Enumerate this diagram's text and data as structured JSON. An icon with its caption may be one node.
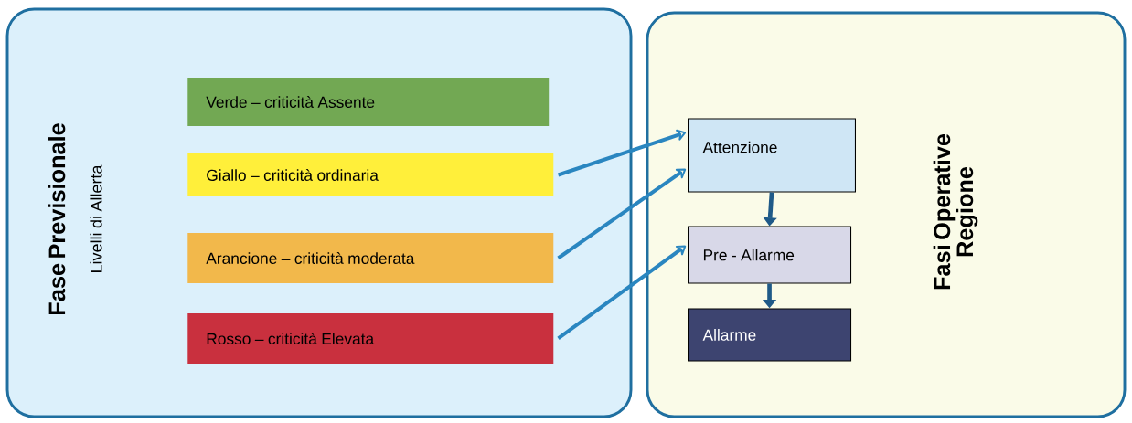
{
  "diagram": {
    "nodes": [
      {
        "text": [
          "Fase Previsionale",
          "Livelli di Allerta"
        ]
      },
      {
        "text": [
          "Verde – criticità Assente"
        ],
        "in": 0
      },
      {
        "text": [
          "Giallo – criticità ordinaria"
        ],
        "in": 0
      },
      {
        "text": [
          "Arancione – criticità moderata"
        ],
        "in": 0
      },
      {
        "text": [
          "Rosso – criticità Elevata"
        ],
        "in": 0
      },
      {
        "text": [
          "Fasi Operative Regione"
        ]
      },
      {
        "text": [
          "Attenzione"
        ],
        "in": 5
      },
      {
        "text": [
          "Pre - Allarme"
        ],
        "in": 5
      },
      {
        "text": [
          "Allarme"
        ],
        "in": 5
      }
    ],
    "edges": [
      {
        "from": 2,
        "to": 6,
        "arrow": "to"
      },
      {
        "from": 3,
        "to": 6,
        "arrow": "to"
      },
      {
        "from": 4,
        "to": 7,
        "arrow": "to"
      },
      {
        "from": 6,
        "to": 7,
        "arrow": "to",
        "color": "#1f5a88"
      },
      {
        "from": 7,
        "to": 8,
        "arrow": "to",
        "color": "#1f5a88"
      }
    ]
  }
}
